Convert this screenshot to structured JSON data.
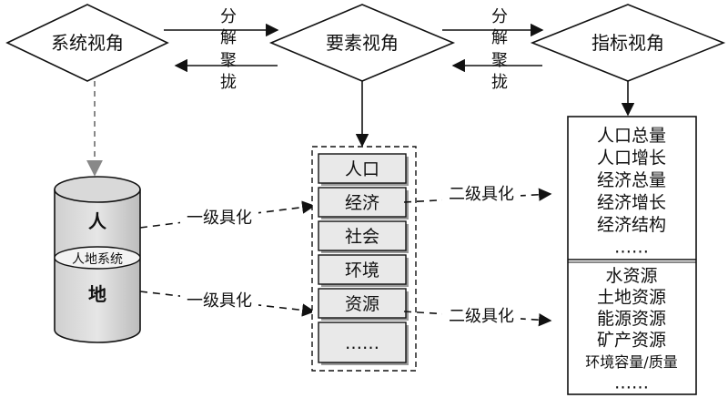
{
  "perspectives": {
    "system": "系统视角",
    "element": "要素视角",
    "indicator": "指标视角"
  },
  "arrows": {
    "decompose": [
      "分",
      "解"
    ],
    "aggregate": [
      "聚",
      "拢"
    ]
  },
  "cylinder": {
    "top": "人",
    "middle": "人地系统",
    "bottom": "地"
  },
  "level1_label": "一级具化",
  "level2_label": "二级具化",
  "elements": [
    "人口",
    "经济",
    "社会",
    "环境",
    "资源",
    "……"
  ],
  "indicators_top": [
    "人口总量",
    "人口增长",
    "经济总量",
    "经济增长",
    "经济结构",
    "……"
  ],
  "indicators_bottom": [
    "水资源",
    "土地资源",
    "能源资源",
    "矿产资源",
    "环境容量/质量",
    "……"
  ]
}
